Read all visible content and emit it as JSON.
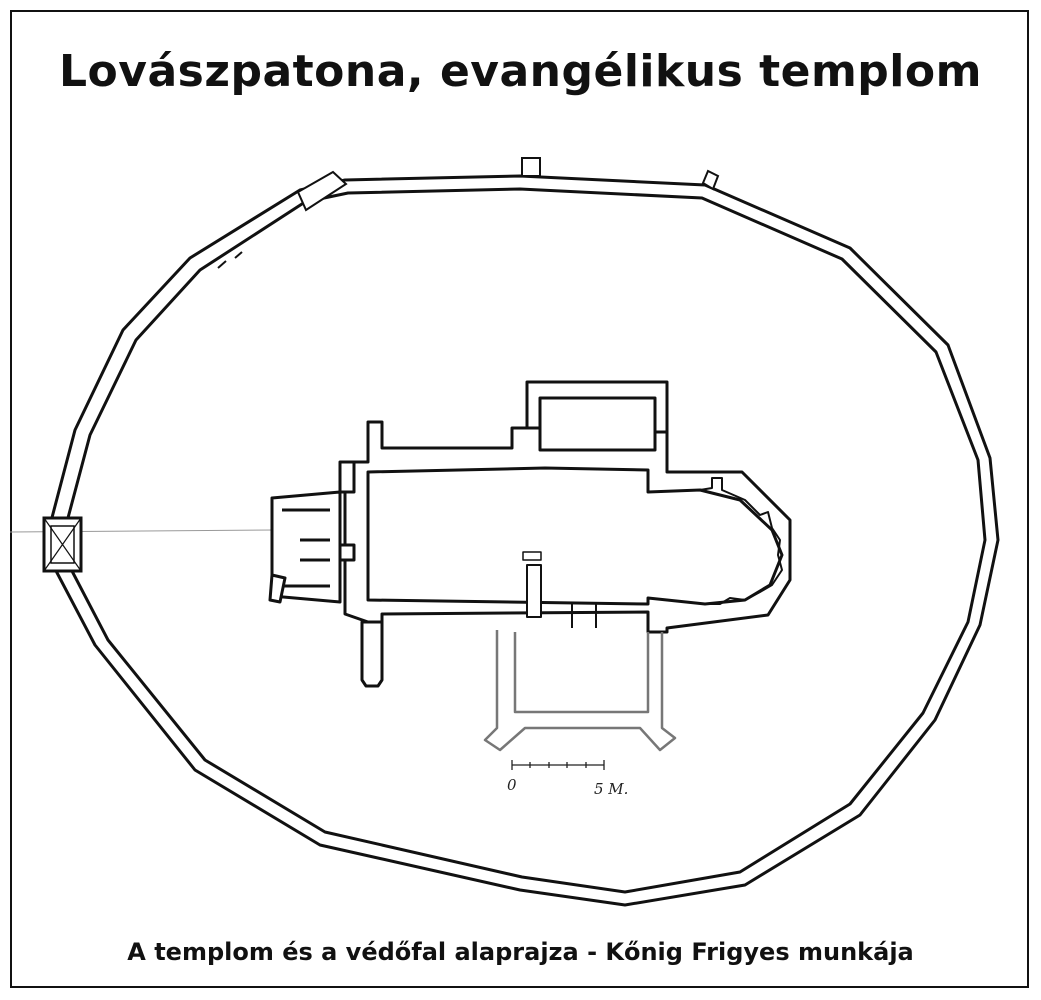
{
  "title": "Lovászpatona, evangélikus templom",
  "caption": "A templom és a védőfal alaprajza - Kőnig Frigyes munkája",
  "scale_bar": {
    "start_label": "0",
    "end_label": "5 M."
  },
  "colors": {
    "ink": "#111111",
    "faint_ink": "#777777",
    "background": "#ffffff"
  }
}
